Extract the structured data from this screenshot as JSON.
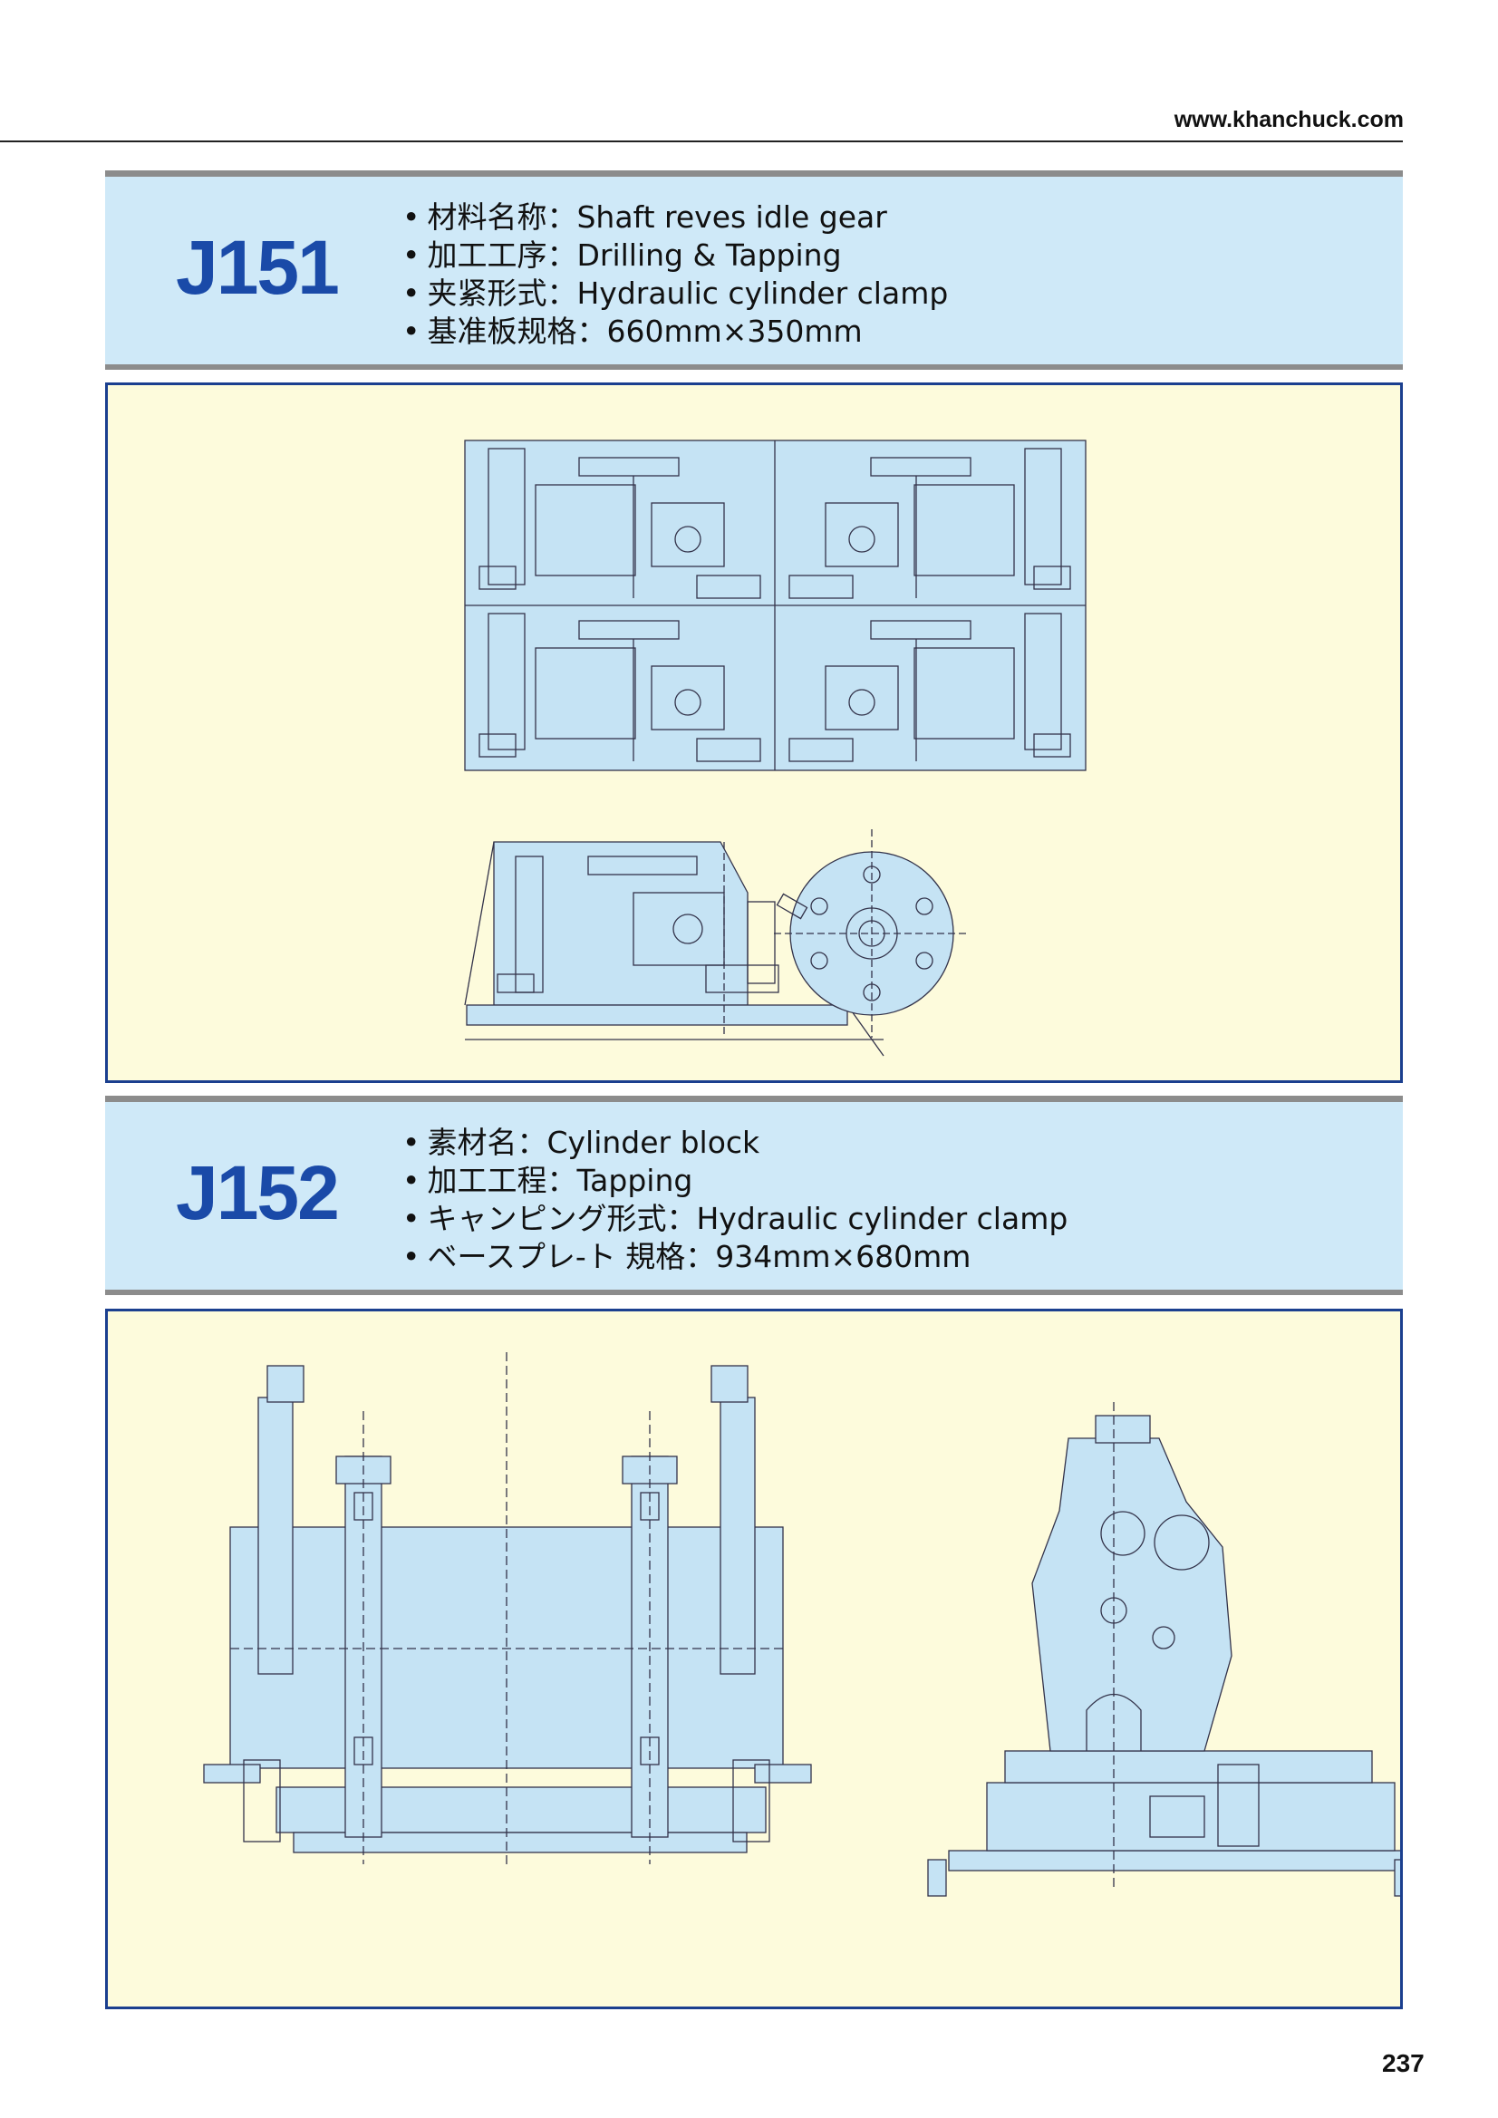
{
  "site_url": "www.khanchuck.com",
  "page_number": "237",
  "sections": [
    {
      "code": "J151",
      "specs": [
        "材料名称：Shaft reves idle gear",
        "加工工序：Drilling & Tapping",
        "夹紧形式：Hydraulic cylinder clamp",
        "基准板规格：660mm×350mm"
      ]
    },
    {
      "code": "J152",
      "specs": [
        "素材名：Cylinder block",
        "加工工程：Tapping",
        "キャンピング形式：Hydraulic cylinder clamp",
        "ベースプレ-ト 規格：934mm×680mm"
      ]
    }
  ],
  "colors": {
    "header_band": "#cfe9f8",
    "header_rule": "#8c8c8c",
    "code_text": "#1a4aa8",
    "drawing_bg": "#fdfbdc",
    "drawing_border": "#1b3f8f",
    "drawing_fill": "#c5e3f4",
    "drawing_line": "#33334a"
  }
}
